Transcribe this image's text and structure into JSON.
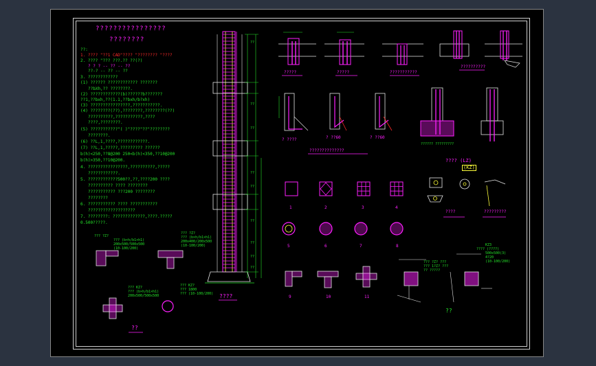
{
  "notes": {
    "title_line1": "????????????????",
    "title_line2": "????????",
    "heading": "??:",
    "lines": [
      {
        "text": "1. ???? \"??1 CAD\"???? \"???????? \"????",
        "color": "mixed"
      },
      {
        "text": "2. ???? \"???  ???.??  ??(?)",
        "color": "g"
      },
      {
        "text": "?  ?  ?  -- ??  --  ??",
        "color": "mixed2"
      },
      {
        "text": "??-? -- ??  -- ??",
        "color": "g"
      },
      {
        "text": "3. ????????????",
        "color": "g"
      },
      {
        "text": "(1) ?????? ????????????          ???????",
        "color": "g"
      },
      {
        "text": "??bXh,?? ????????.",
        "color": "g"
      },
      {
        "text": "(2) ????????????(b)??????b???????",
        "color": "g"
      },
      {
        "text": "??1,??bxh,??(1.1,??bxh/b?xh)",
        "color": "g"
      },
      {
        "text": "(3) ????????????????,???????????.",
        "color": "g"
      },
      {
        "text": "(4) ????????(??),????????,????????(??)",
        "color": "g"
      },
      {
        "text": "??????????,???????????,????",
        "color": "g"
      },
      {
        "text": "????,????????.",
        "color": "g"
      },
      {
        "text": "(5) ???????????\"(  )\"????\"??\"????????",
        "color": "g"
      },
      {
        "text": "????????.",
        "color": "g"
      },
      {
        "text": "(6) ??L,1,????,????????????.",
        "color": "g"
      },
      {
        "text": "(7) ??L,1,?????,?????????     ??????",
        "color": "g"
      },
      {
        "text": "b(h)<250,??8@200   250<b(h)<350,??10@200",
        "color": "g"
      },
      {
        "text": "b(h)>350,??10@200.",
        "color": "g"
      },
      {
        "text": "4. ????????????????,??????????,?????",
        "color": "g"
      },
      {
        "text": "????????????.",
        "color": "g"
      },
      {
        "text": "5. ????????????500??,??,????200 ????",
        "color": "g"
      },
      {
        "text": "??????????    ????   ????????",
        "color": "g"
      },
      {
        "text": "???????????    ???200   ????????",
        "color": "g"
      },
      {
        "text": "????????",
        "color": "g"
      },
      {
        "text": "6. ???????????   ????   ???????????",
        "color": "g"
      },
      {
        "text": "???????????????????",
        "color": "g"
      },
      {
        "text": "7. ????????: ?????????????,????.?????",
        "color": "g"
      },
      {
        "text": "0.500?????.",
        "color": "g"
      }
    ]
  },
  "labels": {
    "column_elev": "????",
    "wall_section_title": "????",
    "sec_a": "?????",
    "sec_b": "?????",
    "sec_c": "???????????",
    "sec_d": "??????????",
    "row2_a": "? ????",
    "row2_b": "? ??60",
    "row2_c": "? ??60",
    "row2_d": "??????",
    "row2_e": "???????",
    "row2_title": "??????????????",
    "row2_label_e": "?????? ?????????",
    "legend_gz": "???? (LZ)",
    "legend_kz": "(KZ)",
    "shapes_title": "????",
    "hook_title": "?????????",
    "bottom_left": "??",
    "bottom_right": "??",
    "row3_nums": [
      "1",
      "2",
      "3",
      "4"
    ],
    "row4_nums": [
      "5",
      "6",
      "7",
      "8"
    ],
    "row5_nums": [
      "9",
      "10",
      "11"
    ],
    "cross_note_a": "??? ?Z?",
    "cross_note_b": "??? (b×h/b1×h1)",
    "cross_note_c": "200x500/500x500",
    "cross_note_d": "(10-100/200)",
    "cross_note_e": "??? ?Z?",
    "cross_note_f": "??? (b×h/b1×h1)",
    "cross_note_g": "200x400/200x500",
    "cross_note_h": "(10-100/200)",
    "cross_note_i": "??? KZ?",
    "cross_note_j": "??? (b×h/b1×h1)",
    "cross_note_k": "200x500/500x500",
    "cross_note_l": "??? KZ?",
    "cross_note_m": "??? 1800",
    "cross_note_n": "??? (10-100/200)",
    "right_note_1": "KZ3",
    "right_note_2": "???? (????)",
    "right_note_3": "500x500(3)",
    "right_note_4": "4?20",
    "right_note_5": "(10-100/200)",
    "left_note_1": "??? ?Z? ???",
    "left_note_2": "??? 1?Z? ???",
    "left_note_3": "?? ?????",
    "num_rows_col": [
      "??",
      "??",
      "??",
      "??",
      "??",
      "??",
      "??",
      "??",
      "??"
    ]
  },
  "colors": {
    "background": "#2b3340",
    "sheet": "#000000",
    "green": "#25e52a",
    "magenta": "#ff1fff",
    "white": "#e8e8e8",
    "red": "#ff2a2a",
    "yellow": "#ffff3a",
    "cyan": "#2ee6e6"
  }
}
